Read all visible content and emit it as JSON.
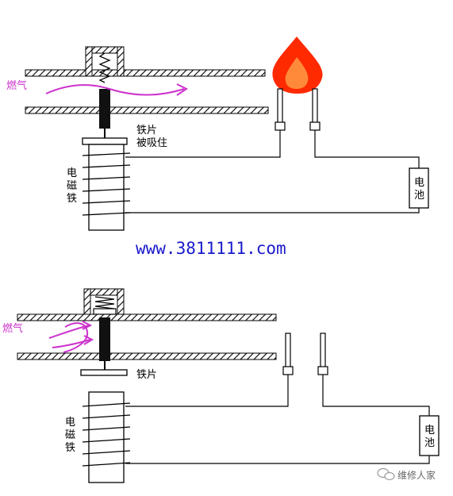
{
  "top": {
    "gas_label": "燃气",
    "plate_label_line1": "铁片",
    "plate_label_line2": "被吸住",
    "magnet_label": [
      "电",
      "磁",
      "铁"
    ],
    "battery_label": [
      "电",
      "池"
    ]
  },
  "url": "www.3811111.com",
  "bottom": {
    "gas_label": "燃气",
    "plate_label": "铁片",
    "magnet_label": [
      "电",
      "磁",
      "铁"
    ],
    "battery_label": [
      "电",
      "池"
    ]
  },
  "watermark": "维修人家",
  "colors": {
    "gas_arrow": "#cc33cc",
    "url_text": "#1a1acc",
    "flame_outer": "#ff2a00",
    "flame_inner": "#ff8a3a"
  }
}
